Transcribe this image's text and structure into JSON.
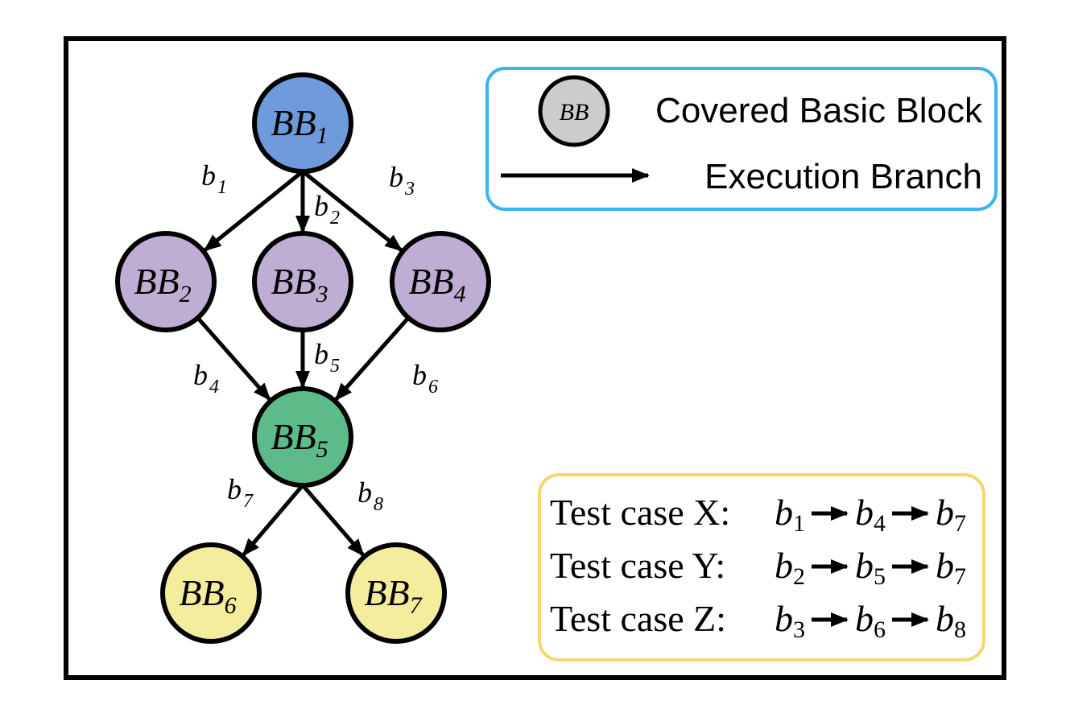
{
  "nodes": [
    {
      "id": "bb1",
      "base": "BB",
      "sub": "1",
      "color": "#6f9bdc"
    },
    {
      "id": "bb2",
      "base": "BB",
      "sub": "2",
      "color": "#bfaed3"
    },
    {
      "id": "bb3",
      "base": "BB",
      "sub": "3",
      "color": "#bfaed3"
    },
    {
      "id": "bb4",
      "base": "BB",
      "sub": "4",
      "color": "#bfaed3"
    },
    {
      "id": "bb5",
      "base": "BB",
      "sub": "5",
      "color": "#5dbb8a"
    },
    {
      "id": "bb6",
      "base": "BB",
      "sub": "6",
      "color": "#f2ec9c"
    },
    {
      "id": "bb7",
      "base": "BB",
      "sub": "7",
      "color": "#f2ec9c"
    }
  ],
  "edges": [
    {
      "from": "bb1",
      "to": "bb2",
      "base": "b",
      "sub": "1"
    },
    {
      "from": "bb1",
      "to": "bb3",
      "base": "b",
      "sub": "2"
    },
    {
      "from": "bb1",
      "to": "bb4",
      "base": "b",
      "sub": "3"
    },
    {
      "from": "bb2",
      "to": "bb5",
      "base": "b",
      "sub": "4"
    },
    {
      "from": "bb3",
      "to": "bb5",
      "base": "b",
      "sub": "5"
    },
    {
      "from": "bb4",
      "to": "bb5",
      "base": "b",
      "sub": "6"
    },
    {
      "from": "bb5",
      "to": "bb6",
      "base": "b",
      "sub": "7"
    },
    {
      "from": "bb5",
      "to": "bb7",
      "base": "b",
      "sub": "8"
    }
  ],
  "legend": {
    "border_color": "#3bb4ea",
    "icon_text": "BB",
    "icon_color": "#cccccc",
    "covered_label": "Covered Basic Block",
    "branch_label": "Execution Branch"
  },
  "tests": {
    "border_color": "#f5d76e",
    "cases": [
      {
        "label": "Test case X:",
        "path": [
          "1",
          "4",
          "7"
        ]
      },
      {
        "label": "Test case Y:",
        "path": [
          "2",
          "5",
          "7"
        ]
      },
      {
        "label": "Test case Z:",
        "path": [
          "3",
          "6",
          "8"
        ]
      }
    ],
    "branch_base": "b"
  }
}
